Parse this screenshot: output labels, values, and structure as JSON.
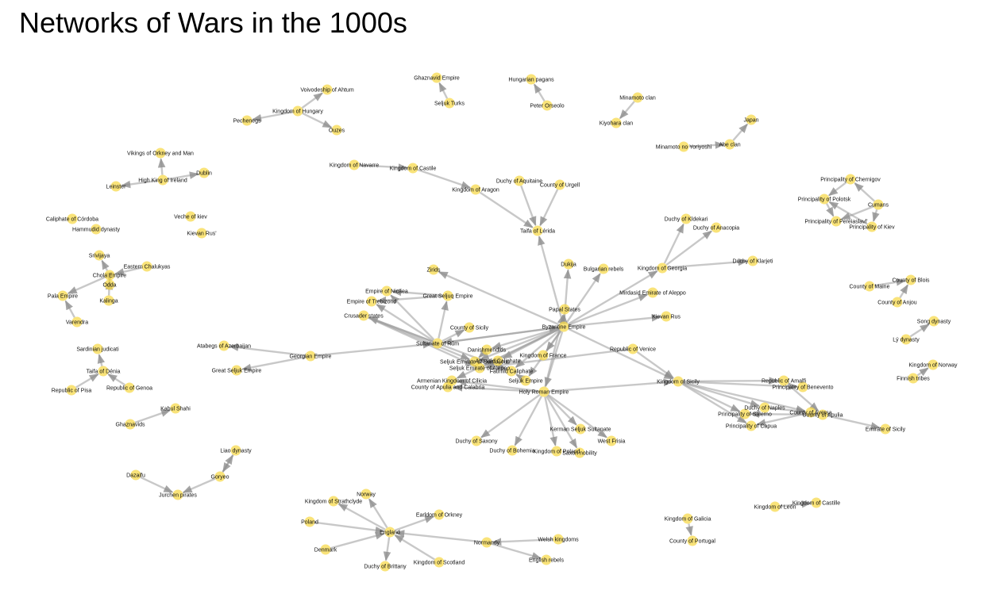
{
  "title": "Networks of Wars in the 1000s",
  "colors": {
    "node": "#f7d94c",
    "edge": "#9a9a9a",
    "text": "#111111"
  },
  "nodes": [
    {
      "id": "Voivodeship of Ahtum"
    },
    {
      "id": "Kingdom of Hungary"
    },
    {
      "id": "Pechenegs"
    },
    {
      "id": "Ouzes"
    },
    {
      "id": "Ghaznavid Empire"
    },
    {
      "id": "Seljuk Turks"
    },
    {
      "id": "Hungarian pagans"
    },
    {
      "id": "Peter Orseolo"
    },
    {
      "id": "Minamoto clan"
    },
    {
      "id": "Kiyohara clan"
    },
    {
      "id": "Japan"
    },
    {
      "id": "Abe clan"
    },
    {
      "id": "Minamoto no Yoriyoshi"
    },
    {
      "id": "Vikings of Orkney and Man"
    },
    {
      "id": "High King of Ireland"
    },
    {
      "id": "Leinster"
    },
    {
      "id": "Dublin"
    },
    {
      "id": "Kingdom of Navarre"
    },
    {
      "id": "Kingdom of Castile"
    },
    {
      "id": "Kingdom of Aragon"
    },
    {
      "id": "Duchy of Aquitaine"
    },
    {
      "id": "County of Urgell"
    },
    {
      "id": "Taifa of Lérida"
    },
    {
      "id": "Principality of Chernigov"
    },
    {
      "id": "Principality of Polotsk"
    },
    {
      "id": "Cumans"
    },
    {
      "id": "Principality of Pereiaslavl'"
    },
    {
      "id": "Principality of Kiev"
    },
    {
      "id": "Caliphate of Córdoba"
    },
    {
      "id": "Hammudid dynasty"
    },
    {
      "id": "Veche of kiev"
    },
    {
      "id": "Kievan Rus'"
    },
    {
      "id": "Srivijaya"
    },
    {
      "id": "Eastern Chalukyas"
    },
    {
      "id": "Chola Empire"
    },
    {
      "id": "Odda"
    },
    {
      "id": "Pala Empire"
    },
    {
      "id": "Kalinga"
    },
    {
      "id": "Varendra"
    },
    {
      "id": "Duchy of Kldekari"
    },
    {
      "id": "Duchy of Anacopia"
    },
    {
      "id": "Kingdom of Georgia"
    },
    {
      "id": "Duchy of Klarjeti"
    },
    {
      "id": "Dukija"
    },
    {
      "id": "Bulgarian rebels"
    },
    {
      "id": "Zirids"
    },
    {
      "id": "Mirdasid Emirate of Aleppo"
    },
    {
      "id": "Papal States"
    },
    {
      "id": "Byzantine Empire"
    },
    {
      "id": "Kievan Rus"
    },
    {
      "id": "Empire of Nicaea"
    },
    {
      "id": "Great Seljuq Empire"
    },
    {
      "id": "Empire of Trebizond"
    },
    {
      "id": "Crusader states"
    },
    {
      "id": "County of Sicily"
    },
    {
      "id": "Sultanate of Rûm"
    },
    {
      "id": "Danishmendids"
    },
    {
      "id": "Abbasid Caliphate"
    },
    {
      "id": "Seljuk Emirate of Damascus"
    },
    {
      "id": "Seljuk Emirate of Aleppo"
    },
    {
      "id": "Fatimid Caliphate"
    },
    {
      "id": "Kingdom of France"
    },
    {
      "id": "Republic of Venice"
    },
    {
      "id": "Armenian Kingdom of Cilicia"
    },
    {
      "id": "Seljuk Empire"
    },
    {
      "id": "County of Apulia and Calabria"
    },
    {
      "id": "Holy Roman Empire"
    },
    {
      "id": "Atabegs of Azerbaijan"
    },
    {
      "id": "Georgian Empire"
    },
    {
      "id": "Great Seljuk Empire"
    },
    {
      "id": "County of Maine"
    },
    {
      "id": "County of Blois"
    },
    {
      "id": "County of Anjou"
    },
    {
      "id": "Song dynasty"
    },
    {
      "id": "Lý dynasty"
    },
    {
      "id": "Kingdom of Norway"
    },
    {
      "id": "Finnish tribes"
    },
    {
      "id": "Sardinian judicati"
    },
    {
      "id": "Taifa of Dénia"
    },
    {
      "id": "Republic of Pisa"
    },
    {
      "id": "Republic of Genoa"
    },
    {
      "id": "Kabul Shahi"
    },
    {
      "id": "Ghaznavids"
    },
    {
      "id": "Kingdom of Sicily"
    },
    {
      "id": "Republic of Amalfi"
    },
    {
      "id": "Principality of Benevento"
    },
    {
      "id": "Duchy of Naples"
    },
    {
      "id": "Principality of Salerno"
    },
    {
      "id": "County of Aversa"
    },
    {
      "id": "County of Apulia"
    },
    {
      "id": "Principality of Capua"
    },
    {
      "id": "Emirate of Sicily"
    },
    {
      "id": "Duchy of Saxony"
    },
    {
      "id": "Duchy of Bohemia"
    },
    {
      "id": "Kingdom of Poland"
    },
    {
      "id": "Saxon nobility"
    },
    {
      "id": "Kerman Seljuk Sultanate"
    },
    {
      "id": "West Frisia"
    },
    {
      "id": "Liao dynasty"
    },
    {
      "id": "Goryeo"
    },
    {
      "id": "Dazaifu"
    },
    {
      "id": "Jurchen pirates"
    },
    {
      "id": "Norway"
    },
    {
      "id": "Kingdom of Strathclyde"
    },
    {
      "id": "Poland"
    },
    {
      "id": "England"
    },
    {
      "id": "Earldom of Orkney"
    },
    {
      "id": "Denmark"
    },
    {
      "id": "Duchy of Brittany"
    },
    {
      "id": "Kingdom of Scotland"
    },
    {
      "id": "Normandy"
    },
    {
      "id": "Welsh kingdoms"
    },
    {
      "id": "English rebels"
    },
    {
      "id": "Kingdom of Galicia"
    },
    {
      "id": "County of Portugal"
    },
    {
      "id": "Kingdom of León"
    },
    {
      "id": "Kingdom of Castille"
    }
  ],
  "edges": [
    [
      "Kingdom of Hungary",
      "Voivodeship of Ahtum"
    ],
    [
      "Kingdom of Hungary",
      "Pechenegs"
    ],
    [
      "Kingdom of Hungary",
      "Ouzes"
    ],
    [
      "Seljuk Turks",
      "Ghaznavid Empire"
    ],
    [
      "Peter Orseolo",
      "Hungarian pagans"
    ],
    [
      "Minamoto clan",
      "Kiyohara clan"
    ],
    [
      "Abe clan",
      "Japan"
    ],
    [
      "Minamoto no Yoriyoshi",
      "Abe clan"
    ],
    [
      "High King of Ireland",
      "Vikings of Orkney and Man"
    ],
    [
      "High King of Ireland",
      "Leinster"
    ],
    [
      "High King of Ireland",
      "Dublin"
    ],
    [
      "Kingdom of Navarre",
      "Kingdom of Castile"
    ],
    [
      "Kingdom of Castile",
      "Kingdom of Aragon"
    ],
    [
      "Kingdom of Aragon",
      "Taifa of Lérida"
    ],
    [
      "Duchy of Aquitaine",
      "Taifa of Lérida"
    ],
    [
      "County of Urgell",
      "Taifa of Lérida"
    ],
    [
      "Principality of Chernigov",
      "Principality of Polotsk"
    ],
    [
      "Cumans",
      "Principality of Chernigov"
    ],
    [
      "Cumans",
      "Principality of Pereiaslavl'"
    ],
    [
      "Cumans",
      "Principality of Kiev"
    ],
    [
      "Principality of Polotsk",
      "Principality of Pereiaslavl'"
    ],
    [
      "Principality of Kiev",
      "Principality of Polotsk"
    ],
    [
      "Eastern Chalukyas",
      "Chola Empire"
    ],
    [
      "Chola Empire",
      "Srivijaya"
    ],
    [
      "Chola Empire",
      "Pala Empire"
    ],
    [
      "Odda",
      "Chola Empire"
    ],
    [
      "Kalinga",
      "Chola Empire"
    ],
    [
      "Varendra",
      "Pala Empire"
    ],
    [
      "Kingdom of Georgia",
      "Duchy of Kldekari"
    ],
    [
      "Kingdom of Georgia",
      "Duchy of Anacopia"
    ],
    [
      "Kingdom of Georgia",
      "Duchy of Klarjeti"
    ],
    [
      "Byzantine Empire",
      "Kingdom of Georgia"
    ],
    [
      "Byzantine Empire",
      "Taifa of Lérida"
    ],
    [
      "Byzantine Empire",
      "Dukija"
    ],
    [
      "Byzantine Empire",
      "Bulgarian rebels"
    ],
    [
      "Byzantine Empire",
      "Mirdasid Emirate of Aleppo"
    ],
    [
      "Byzantine Empire",
      "Kievan Rus"
    ],
    [
      "Byzantine Empire",
      "Papal States"
    ],
    [
      "Byzantine Empire",
      "Sultanate of Rûm"
    ],
    [
      "Byzantine Empire",
      "Danishmendids"
    ],
    [
      "Byzantine Empire",
      "Abbasid Caliphate"
    ],
    [
      "Byzantine Empire",
      "Seljuk Emirate of Damascus"
    ],
    [
      "Byzantine Empire",
      "Fatimid Caliphate"
    ],
    [
      "Byzantine Empire",
      "Kingdom of Sicily"
    ],
    [
      "Byzantine Empire",
      "Seljuk Emirate of Aleppo"
    ],
    [
      "Byzantine Empire",
      "Armenian Kingdom of Cilicia"
    ],
    [
      "Byzantine Empire",
      "Seljuk Empire"
    ],
    [
      "Byzantine Empire",
      "Holy Roman Empire"
    ],
    [
      "Byzantine Empire",
      "Kingdom of France"
    ],
    [
      "Byzantine Empire",
      "Zirids"
    ],
    [
      "Sultanate of Rûm",
      "Empire of Nicaea"
    ],
    [
      "Sultanate of Rûm",
      "Empire of Trebizond"
    ],
    [
      "Sultanate of Rûm",
      "Crusader states"
    ],
    [
      "Sultanate of Rûm",
      "Great Seljuq Empire"
    ],
    [
      "Sultanate of Rûm",
      "Byzantine Empire"
    ],
    [
      "Sultanate of Rûm",
      "County of Sicily"
    ],
    [
      "Great Seljuq Empire",
      "Empire of Nicaea"
    ],
    [
      "Great Seljuq Empire",
      "Empire of Trebizond"
    ],
    [
      "Georgian Empire",
      "Sultanate of Rûm"
    ],
    [
      "Georgian Empire",
      "Atabegs of Azerbaijan"
    ],
    [
      "Georgian Empire",
      "Great Seljuk Empire"
    ],
    [
      "Danishmendids",
      "Seljuk Emirate of Damascus"
    ],
    [
      "Seljuk Empire",
      "Fatimid Caliphate"
    ],
    [
      "Crusader states",
      "Seljuk Emirate of Damascus"
    ],
    [
      "Crusader states",
      "Fatimid Caliphate"
    ],
    [
      "Crusader states",
      "Seljuk Emirate of Aleppo"
    ],
    [
      "Republic of Venice",
      "Seljuk Emirate of Aleppo"
    ],
    [
      "Republic of Venice",
      "Kingdom of Sicily"
    ],
    [
      "Holy Roman Empire",
      "Kingdom of Sicily"
    ],
    [
      "Holy Roman Empire",
      "Duchy of Saxony"
    ],
    [
      "Holy Roman Empire",
      "Duchy of Bohemia"
    ],
    [
      "Holy Roman Empire",
      "Kingdom of Poland"
    ],
    [
      "Holy Roman Empire",
      "Saxon nobility"
    ],
    [
      "Holy Roman Empire",
      "Kerman Seljuk Sultanate"
    ],
    [
      "Holy Roman Empire",
      "West Frisia"
    ],
    [
      "Holy Roman Empire",
      "County of Apulia and Calabria"
    ],
    [
      "Holy Roman Empire",
      "Armenian Kingdom of Cilicia"
    ],
    [
      "Holy Roman Empire",
      "Papal States"
    ],
    [
      "Kingdom of Sicily",
      "Republic of Amalfi"
    ],
    [
      "Kingdom of Sicily",
      "Principality of Benevento"
    ],
    [
      "Kingdom of Sicily",
      "Duchy of Naples"
    ],
    [
      "Kingdom of Sicily",
      "Principality of Salerno"
    ],
    [
      "Kingdom of Sicily",
      "Principality of Capua"
    ],
    [
      "Kingdom of Sicily",
      "County of Aversa"
    ],
    [
      "County of Apulia",
      "Emirate of Sicily"
    ],
    [
      "County of Aversa",
      "Principality of Capua"
    ],
    [
      "County of Apulia",
      "Principality of Salerno"
    ],
    [
      "Republic of Amalfi",
      "County of Apulia"
    ],
    [
      "Duchy of Naples",
      "County of Aversa"
    ],
    [
      "County of Maine",
      "County of Blois"
    ],
    [
      "County of Anjou",
      "County of Blois"
    ],
    [
      "Lý dynasty",
      "Song dynasty"
    ],
    [
      "Finnish tribes",
      "Kingdom of Norway"
    ],
    [
      "Taifa of Dénia",
      "Sardinian judicati"
    ],
    [
      "Republic of Pisa",
      "Taifa of Dénia"
    ],
    [
      "Republic of Genoa",
      "Taifa of Dénia"
    ],
    [
      "Ghaznavids",
      "Kabul Shahi"
    ],
    [
      "Goryeo",
      "Liao dynasty"
    ],
    [
      "Liao dynasty",
      "Goryeo"
    ],
    [
      "Goryeo",
      "Jurchen pirates"
    ],
    [
      "Dazaifu",
      "Jurchen pirates"
    ],
    [
      "England",
      "Norway"
    ],
    [
      "England",
      "Kingdom of Strathclyde"
    ],
    [
      "Poland",
      "England"
    ],
    [
      "England",
      "Earldom of Orkney"
    ],
    [
      "Denmark",
      "England"
    ],
    [
      "England",
      "Duchy of Brittany"
    ],
    [
      "Kingdom of Scotland",
      "England"
    ],
    [
      "Normandy",
      "England"
    ],
    [
      "Welsh kingdoms",
      "Normandy"
    ],
    [
      "Normandy",
      "English rebels"
    ],
    [
      "Kingdom of Galicia",
      "County of Portugal"
    ],
    [
      "Kingdom of León",
      "Kingdom of Castille"
    ]
  ]
}
